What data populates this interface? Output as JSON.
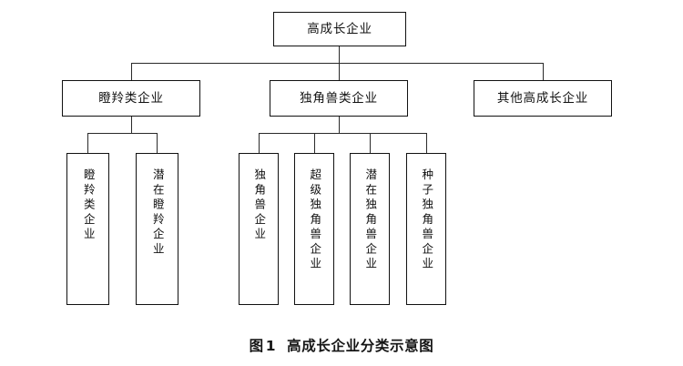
{
  "figure": {
    "caption_prefix": "图",
    "caption_index": "1",
    "caption_title": "高成长企业分类示意图"
  },
  "diagram": {
    "type": "tree",
    "orientation": "top-down",
    "root": {
      "id": "high-growth-enterprise",
      "label": "高成长企业"
    },
    "level2": [
      {
        "id": "gazelle-class",
        "label": "瞪羚类企业"
      },
      {
        "id": "unicorn-class",
        "label": "独角兽类企业"
      },
      {
        "id": "other-high-growth",
        "label": "其他高成长企业"
      }
    ],
    "level3_gazelle": [
      {
        "id": "gazelle-enterprise",
        "label": "瞪羚类企业"
      },
      {
        "id": "potential-gazelle-enterprise",
        "label": "潜在瞪羚企业"
      }
    ],
    "level3_unicorn": [
      {
        "id": "unicorn-enterprise",
        "label": "独角兽企业"
      },
      {
        "id": "super-unicorn-enterprise",
        "label": "超级独角兽企业"
      },
      {
        "id": "potential-unicorn-enterprise",
        "label": "潜在独角兽企业"
      },
      {
        "id": "seed-unicorn-enterprise",
        "label": "种子独角兽企业"
      }
    ]
  },
  "colors": {
    "background": "#ffffff",
    "box_border": "#111111",
    "connector": "#2a2a2a",
    "text": "#111111"
  }
}
